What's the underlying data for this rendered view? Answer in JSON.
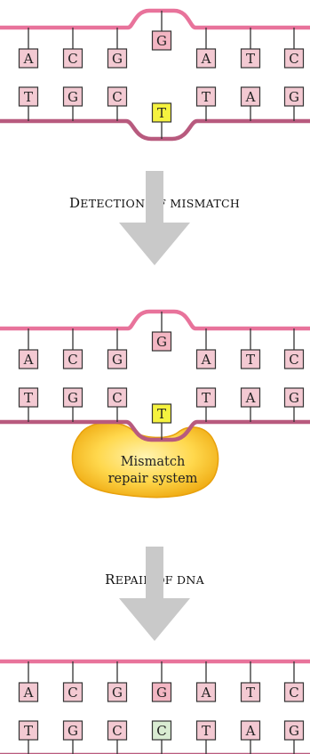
{
  "panels": [
    {
      "top": [
        "A",
        "C",
        "G",
        "G",
        "A",
        "T",
        "C"
      ],
      "bottom": [
        "T",
        "G",
        "C",
        "T",
        "T",
        "A",
        "G"
      ],
      "bubble": true,
      "mismatch_top_color": "#f3b6c3",
      "mismatch_bottom_color": "#f5f23f"
    },
    {
      "top": [
        "A",
        "C",
        "G",
        "G",
        "A",
        "T",
        "C"
      ],
      "bottom": [
        "T",
        "G",
        "C",
        "T",
        "T",
        "A",
        "G"
      ],
      "bubble": true,
      "mismatch_top_color": "#f3b6c3",
      "mismatch_bottom_color": "#f5f23f",
      "repair_system": "Mismatch repair system"
    },
    {
      "top": [
        "A",
        "C",
        "G",
        "G",
        "A",
        "T",
        "C"
      ],
      "bottom": [
        "T",
        "G",
        "C",
        "C",
        "T",
        "A",
        "G"
      ],
      "bubble": false,
      "mismatch_top_color": "#f3b6c3",
      "mismatch_bottom_color": "#d9ecd2"
    }
  ],
  "steps": [
    {
      "first": "D",
      "rest": "ETECTION OF MISMATCH"
    },
    {
      "first": "R",
      "rest": "EPAIR OF DNA"
    }
  ],
  "repair_system_lines": [
    "Mismatch",
    "repair system"
  ],
  "colors": {
    "top_strand": "#e8739b",
    "bottom_strand": "#b85a7e",
    "base_fill": "#f3c9d2",
    "base_border": "#333333",
    "arrow": "#c8c8c8",
    "blob_outer": "#f0b321",
    "blob_inner": "#ffe88a"
  }
}
